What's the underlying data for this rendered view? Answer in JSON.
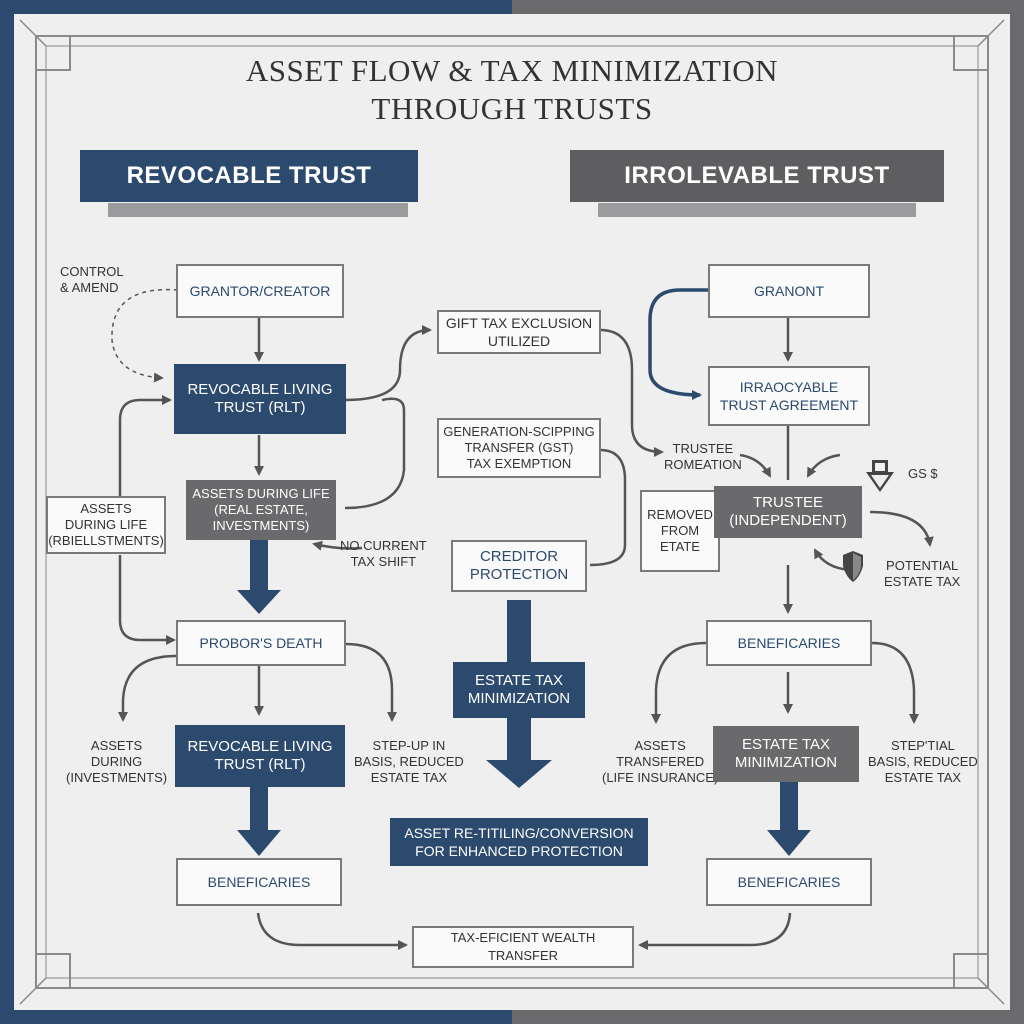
{
  "title": {
    "line1": "ASSET FLOW & TAX MINIMIZATION",
    "line2": "THROUGH TRUSTS"
  },
  "banners": {
    "revocable": "REVOCABLE TRUST",
    "irrevocable": "IRROLEVABLE TRUST"
  },
  "left": {
    "control_label": "CONTROL\n& AMEND",
    "grantor": "GRANTOR/CREATOR",
    "rlt_top": "REVOCABLE LIVING\nTRUST (RLT)",
    "assets_life_box": "ASSETS DURING LIFE\n(REAL ESTATE,\nINVESTMENTS)",
    "assets_side_box": "ASSETS\nDURING LIFE\n(RBIELLSTMENTS)",
    "no_tax_label": "NO CURRENT\nTAX SHIFT",
    "death": "PROBOR'S DEATH",
    "assets_investments_label": "ASSETS\nDURING\n(INVESTMENTS)",
    "rlt_bottom": "REVOCABLE LIVING\nTRUST (RLT)",
    "step_up_label": "STEP-UP IN\nBASIS, REDUCED\nESTATE TAX",
    "beneficiaries": "BENEFICARIES"
  },
  "center": {
    "gift_tax": "GIFT TAX EXCLUSION\nUTILIZED",
    "gst": "GENERATION-SCIPPING\nTRANSFER (GST)\nTAX EXEMPTION",
    "creditor": "CREDITOR\nPROTECTION",
    "estate_tax": "ESTATE TAX\nMINIMIZATION",
    "retitling": "ASSET RE-TITILING/CONVERSION\nFOR ENHANCED PROTECTION",
    "wealth_transfer": "TAX-EFICIENT WEALTH TRANSFER"
  },
  "right": {
    "grantor": "GRANONT",
    "agreement": "IRRAOCYABLE\nTRUST AGREEMENT",
    "trustee_rom": "TRUSTEE\nROMEATION",
    "gs_label": "GS $",
    "trustee": "TRUSTEE\n(INDEPENDENT)",
    "removed": "REMOVED\nFROM ETATE",
    "potential_tax": "POTENTIAL\nESTATE TAX",
    "beneficiaries_mid": "BENEFICARIES",
    "assets_transferred": "ASSETS\nTRANSFERED\n(LIFE INSURANCE)",
    "estate_tax": "ESTATE TAX\nMINIMIZATION",
    "step_partial": "STEP'TIAL\nBASIS, REDUCED\nESTATE TAX",
    "beneficiaries_bottom": "BENEFICARIES"
  },
  "colors": {
    "navy": "#2c4a6e",
    "gray": "#6a6a6c",
    "line": "#555555",
    "paper": "#efefef"
  },
  "icons": [
    "down-arrow-icon",
    "shield-icon"
  ]
}
